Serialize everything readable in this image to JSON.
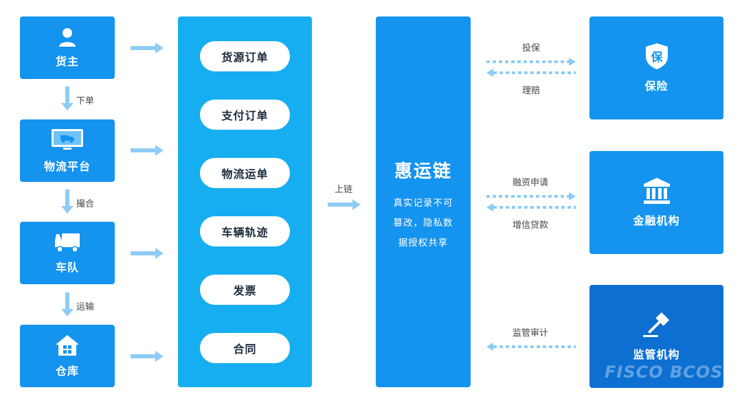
{
  "left_nodes": {
    "cargo_owner": "货主",
    "logistics_platform": "物流平台",
    "fleet": "车队",
    "warehouse": "仓库"
  },
  "left_links": {
    "order": "下单",
    "match": "撮合",
    "transport": "运输"
  },
  "data_items": [
    "货源订单",
    "支付订单",
    "物流运单",
    "车辆轨迹",
    "发票",
    "合同"
  ],
  "upload_label": "上链",
  "chain": {
    "title": "惠运链",
    "desc_line1": "真实记录不可",
    "desc_line2": "篡改，隐私数",
    "desc_line3": "据授权共享"
  },
  "right_nodes": {
    "insurance": {
      "label": "保险",
      "icon_text": "保",
      "to_label": "投保",
      "from_label": "理赔"
    },
    "finance": {
      "label": "金融机构",
      "to_label": "融资申请",
      "from_label": "增信贷款"
    },
    "regulator": {
      "label": "监管机构",
      "from_label": "监管审计"
    }
  },
  "watermark": "FISCO BCOS",
  "colors": {
    "primary": "#1493ef",
    "panel": "#16aef0",
    "regulator": "#0c6fd1",
    "arrow": "#8fccf5"
  },
  "icons": [
    "person-icon",
    "monitor-truck-icon",
    "truck-icon",
    "house-icon",
    "shield-icon",
    "bank-icon",
    "gavel-icon"
  ]
}
